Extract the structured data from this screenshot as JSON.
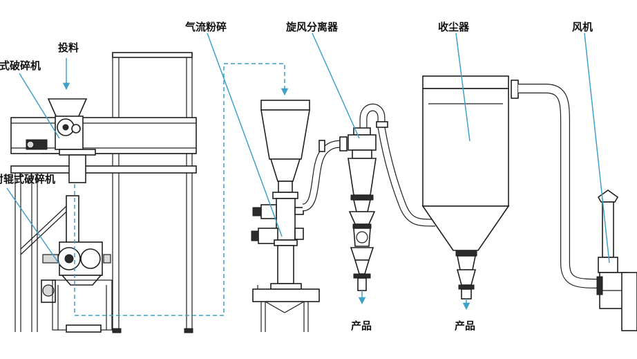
{
  "labels": {
    "feed": "投料",
    "jaw_crusher": "鄂式破碎机",
    "roll_crusher": "对辊式破碎机",
    "jet_mill": "气流粉碎",
    "cyclone": "旋风分离器",
    "dust_collector": "收尘器",
    "fan": "风机",
    "product_1": "产品",
    "product_2": "产品"
  },
  "colors": {
    "leader": "#3fa0c9",
    "equipment_line": "#1e1e1e"
  }
}
